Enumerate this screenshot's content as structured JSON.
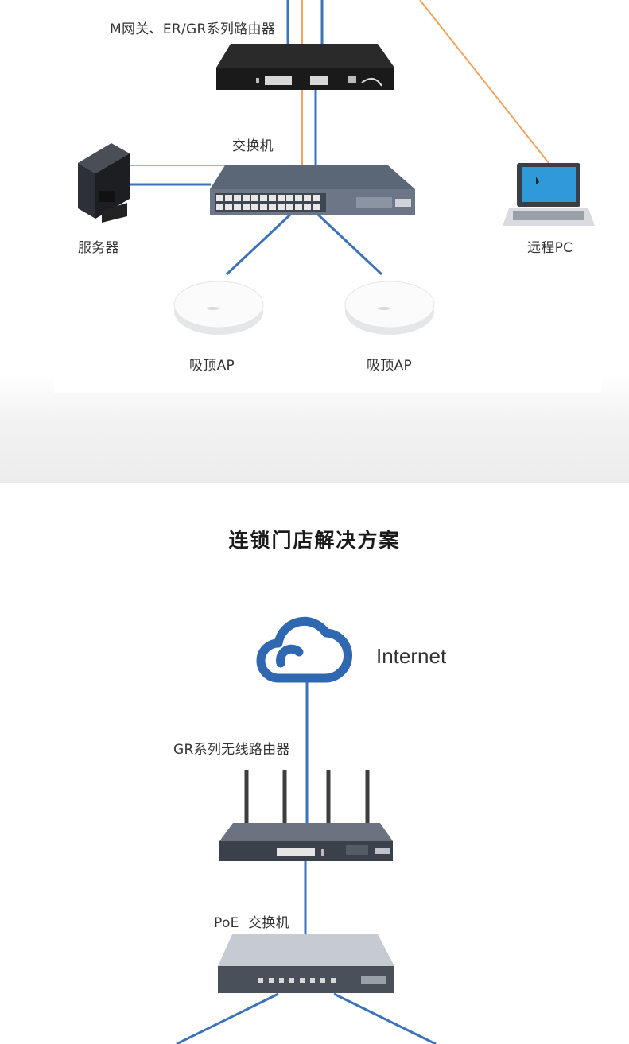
{
  "top": {
    "router_label": "M网关、ER/GR系列路由器",
    "switch_label": "交换机",
    "server_label": "服务器",
    "pc_label": "远程PC",
    "ap1_label": "吸顶AP",
    "ap2_label": "吸顶AP"
  },
  "section": {
    "title": "连锁门店解决方案",
    "internet_label": "Internet",
    "wireless_router_label": "GR系列无线路由器",
    "poe_switch_label": "PoE  交换机"
  },
  "colors": {
    "blue_link": "#3b73b9",
    "orange_link": "#f0a35e",
    "cloud": "#2f67b1"
  }
}
